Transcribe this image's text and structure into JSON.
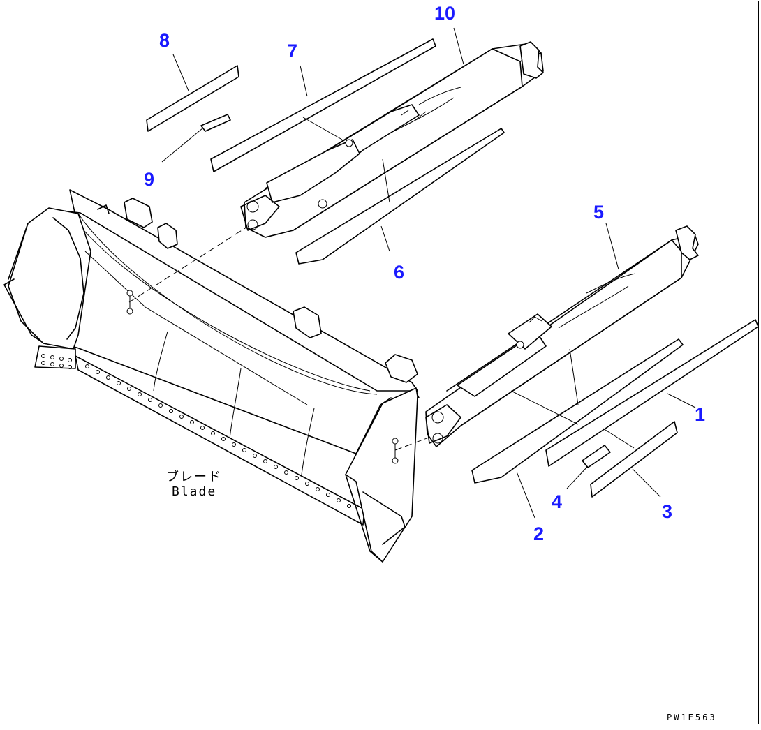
{
  "diagram": {
    "callouts": [
      {
        "id": "c1",
        "text": "1"
      },
      {
        "id": "c2",
        "text": "2"
      },
      {
        "id": "c3",
        "text": "3"
      },
      {
        "id": "c4",
        "text": "4"
      },
      {
        "id": "c5",
        "text": "5"
      },
      {
        "id": "c6",
        "text": "6"
      },
      {
        "id": "c7",
        "text": "7"
      },
      {
        "id": "c8",
        "text": "8"
      },
      {
        "id": "c9",
        "text": "9"
      },
      {
        "id": "c10",
        "text": "10"
      }
    ],
    "blade_label_jp": "ブレード",
    "blade_label_en": "Blade",
    "drawing_code": "PW1E563",
    "callout_color": "#1a1aff",
    "line_color": "#000000"
  }
}
